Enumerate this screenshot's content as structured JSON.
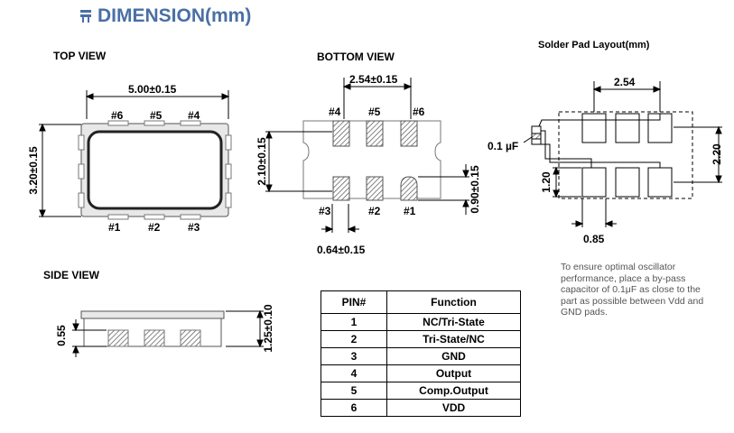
{
  "header": {
    "title": "DIMENSION(mm)",
    "icon": "plug-icon",
    "accent": "#4a6fa5"
  },
  "views": {
    "top": {
      "label": "TOP VIEW",
      "width_dim": "5.00±0.15",
      "height_dim": "3.20±0.15",
      "pins_top": [
        "#6",
        "#5",
        "#4"
      ],
      "pins_bottom": [
        "#1",
        "#2",
        "#3"
      ]
    },
    "bottom": {
      "label": "BOTTOM VIEW",
      "pitch_dim": "2.54±0.15",
      "pad_span_dim": "2.10±0.15",
      "pad_height_dim": "0.90±0.15",
      "pad_width_dim": "0.64±0.15",
      "pins_top": [
        "#4",
        "#5",
        "#6"
      ],
      "pins_bottom": [
        "#3",
        "#2",
        "#1"
      ]
    },
    "side": {
      "label": "SIDE VIEW",
      "pad_dim": "0.55",
      "height_dim": "1.25±0.10"
    },
    "solder": {
      "label": "Solder Pad Layout(mm)",
      "pitch": "2.54",
      "span": "2.20",
      "pad_height": "1.20",
      "pad_width": "0.85",
      "capacitor": "0.1 µF"
    }
  },
  "note": "To ensure optimal oscillator performance, place a by-pass capacitor of 0.1μF as close to the part as possible between Vdd and GND pads.",
  "pin_table": {
    "headers": [
      "PIN#",
      "Function"
    ],
    "rows": [
      {
        "pin": "1",
        "function": "NC/Tri-State"
      },
      {
        "pin": "2",
        "function": "Tri-State/NC"
      },
      {
        "pin": "3",
        "function": "GND"
      },
      {
        "pin": "4",
        "function": "Output"
      },
      {
        "pin": "5",
        "function": "Comp.Output"
      },
      {
        "pin": "6",
        "function": "VDD"
      }
    ]
  }
}
